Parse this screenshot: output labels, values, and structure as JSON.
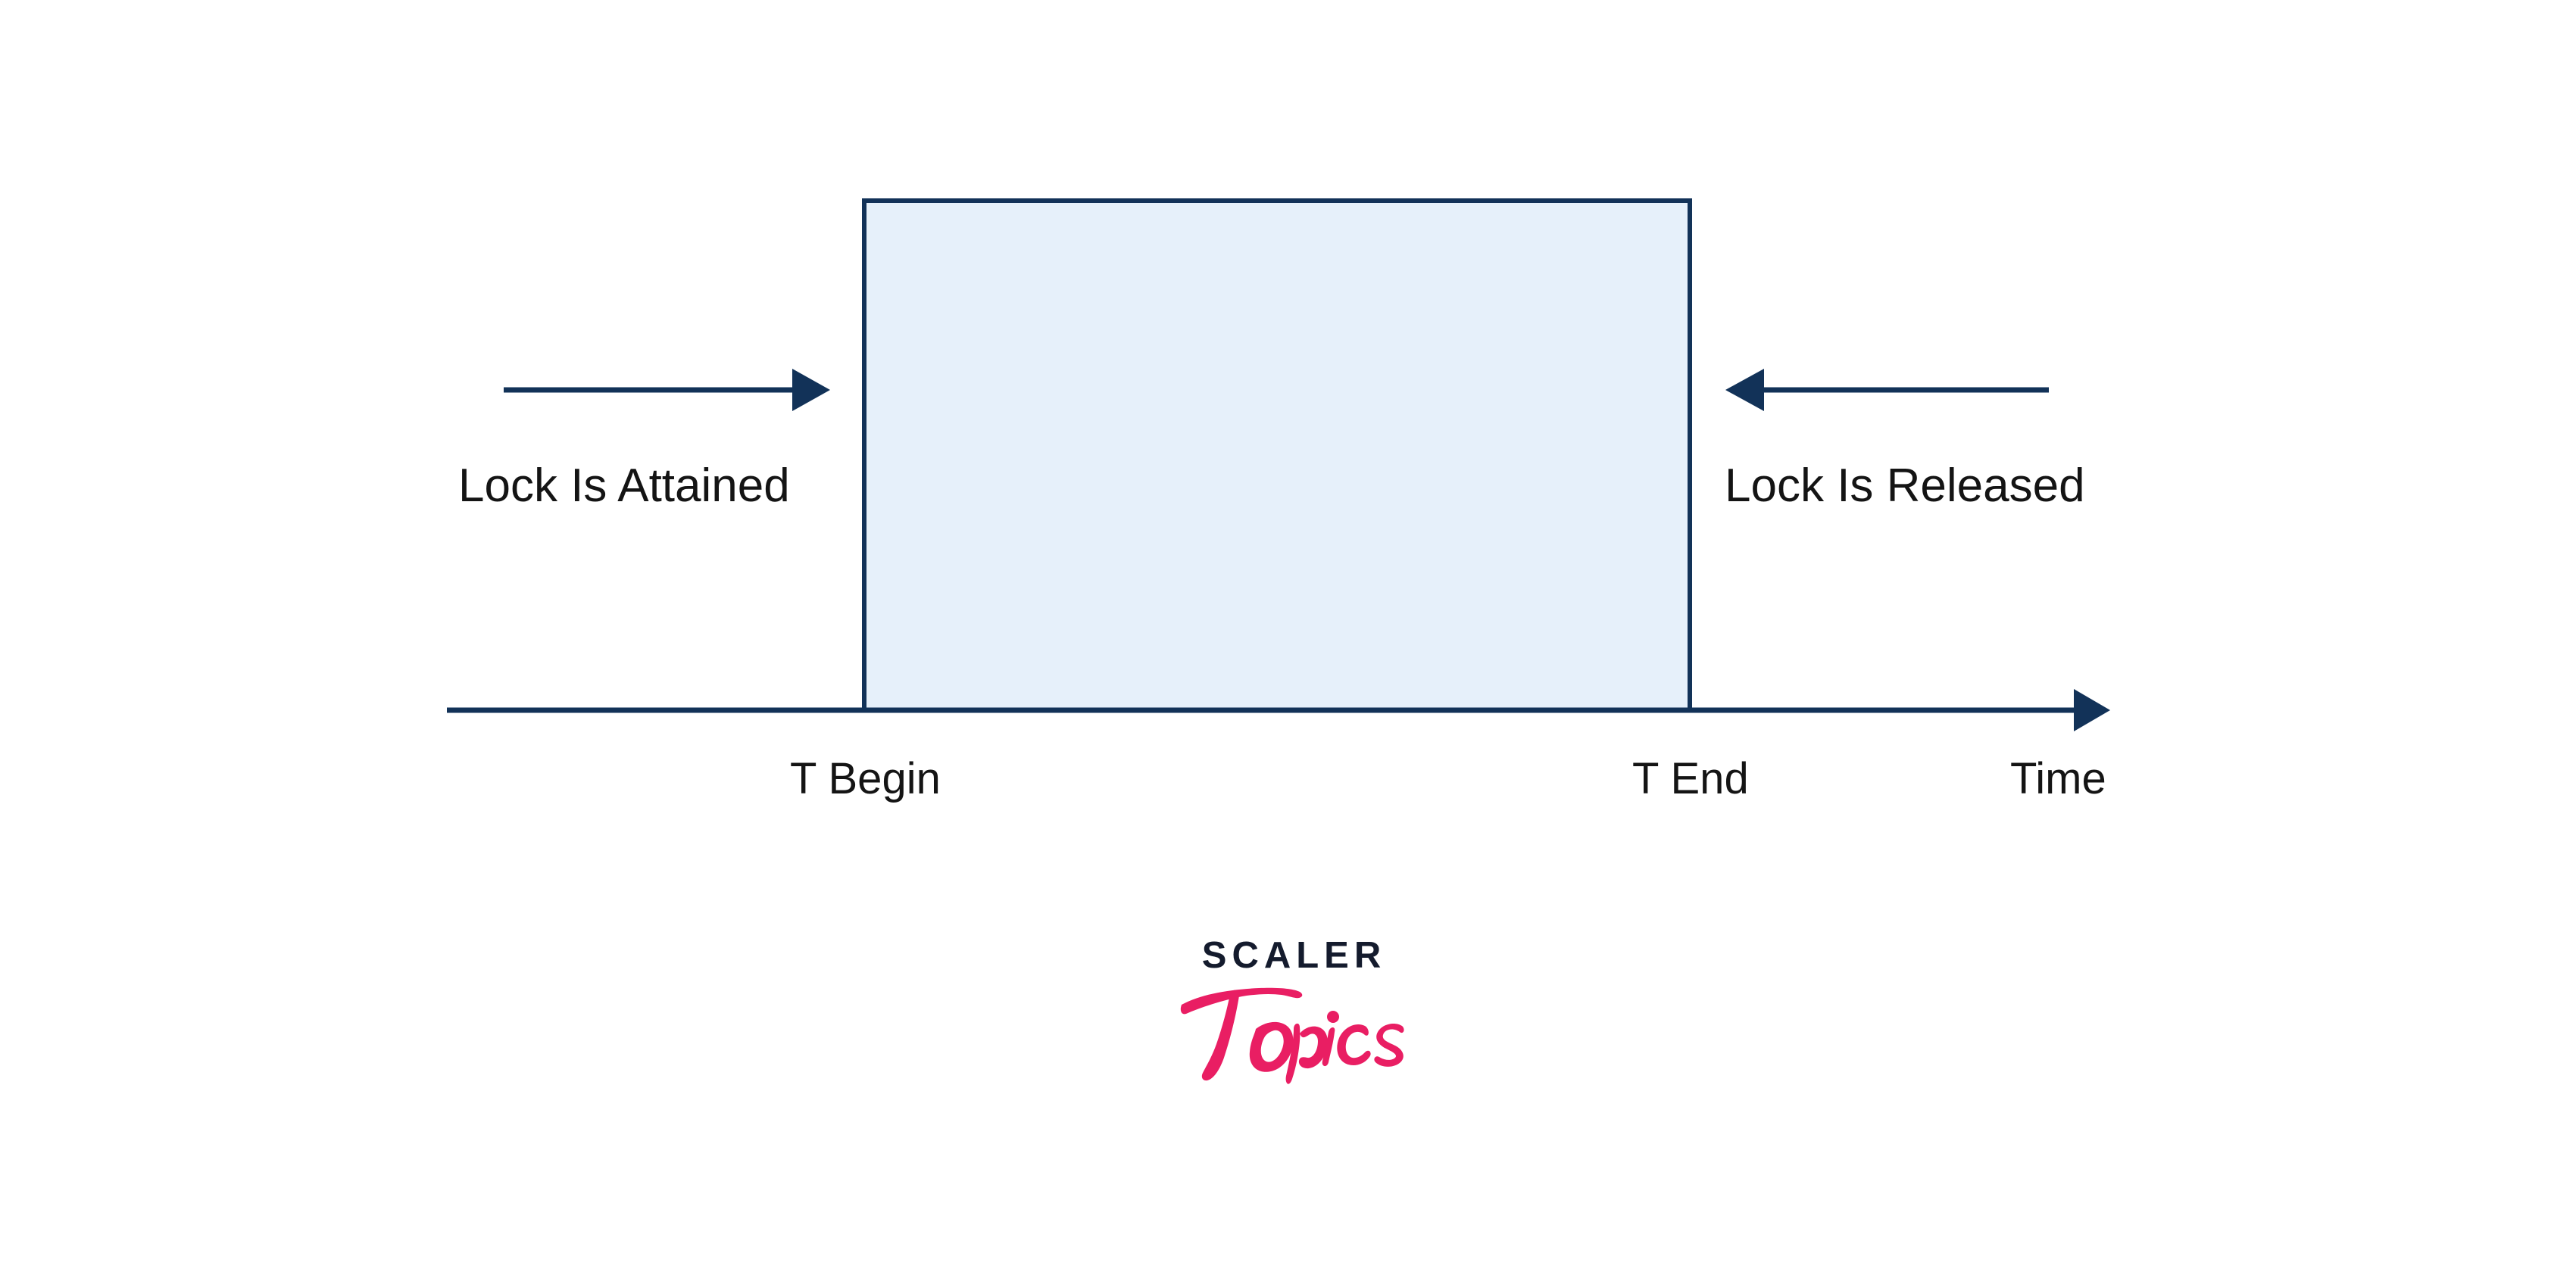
{
  "diagram": {
    "type": "lock-duration-timeline",
    "background_color": "#ffffff",
    "title": "",
    "axis": {
      "name": "timeline-axis",
      "label": "Time",
      "color": "#123258",
      "direction": "left-to-right",
      "has_arrowhead": true
    },
    "lock_region": {
      "name": "lock-held-region",
      "fill_color": "#e6f0fa",
      "border_color": "#123258",
      "start_label": "T Begin",
      "end_label": "T End"
    },
    "annotations": [
      {
        "name": "lock-attained",
        "label": "Lock Is Attained",
        "arrow_direction": "right",
        "arrow_color": "#123258",
        "text_color": "#141414"
      },
      {
        "name": "lock-released",
        "label": "Lock Is Released",
        "arrow_direction": "left",
        "arrow_color": "#123258",
        "text_color": "#141414"
      }
    ],
    "tick_labels": {
      "begin": "T Begin",
      "end": "T End",
      "axis": "Time"
    }
  },
  "logo": {
    "name": "scaler-topics-logo",
    "wordmark": "SCALER",
    "script": "Topics",
    "wordmark_color": "#141b2d",
    "script_color": "#e91e63"
  }
}
